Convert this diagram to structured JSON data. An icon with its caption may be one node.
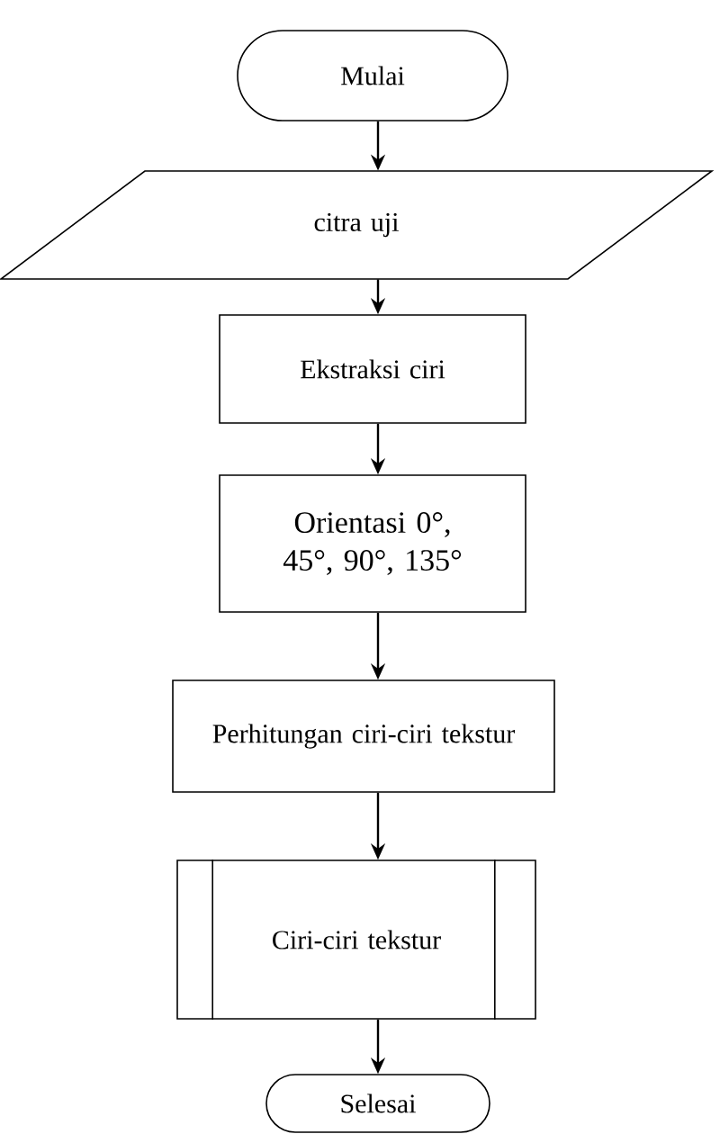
{
  "diagram": {
    "nodes": [
      {
        "text": [
          "Mulai"
        ]
      },
      {
        "text": [
          "citra uji"
        ]
      },
      {
        "text": [
          "Ekstraksi ciri"
        ]
      },
      {
        "text": [
          "Orientasi 0°, 45°, 90°, 135°"
        ]
      },
      {
        "text": [
          "Perhitungan ciri-ciri tekstur"
        ]
      },
      {
        "text": [
          "Ciri-ciri tekstur"
        ]
      },
      {
        "text": [
          "Selesai"
        ]
      }
    ],
    "edges": [
      {
        "from": 0,
        "to": 1,
        "arrow": "to"
      },
      {
        "from": 1,
        "to": 2,
        "arrow": "to"
      },
      {
        "from": 2,
        "to": 3,
        "arrow": "to"
      },
      {
        "from": 3,
        "to": 4,
        "arrow": "to"
      },
      {
        "from": 4,
        "to": 5,
        "arrow": "to"
      },
      {
        "from": 5,
        "to": 6,
        "arrow": "to"
      }
    ]
  }
}
